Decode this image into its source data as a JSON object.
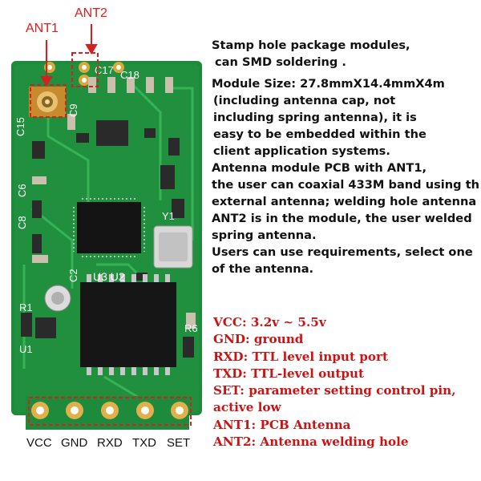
{
  "callouts": {
    "ant1": "ANT1",
    "ant2": "ANT2"
  },
  "pcb_marks": {
    "c17": "C17",
    "c18": "C18",
    "c15": "C15",
    "c6": "C6",
    "c8": "C8",
    "c9": "C9",
    "u3u2": "U3 U2",
    "y1": "Y1",
    "r1": "R1",
    "r6": "R6",
    "u1": "U1",
    "c2": "C2"
  },
  "description_lines": [
    "Stamp hole package modules,",
    "can SMD soldering .",
    "Module Size: 27.8mmX14.4mmX4m",
    "(including antenna cap, not",
    "including spring antenna), it is",
    "easy to be embedded within the",
    "client application systems.",
    "Antenna module PCB with ANT1,",
    "the user can coaxial 433M band using th",
    "external antenna; welding hole antenna",
    "ANT2 is in the module, the user welded",
    "spring antenna.",
    "Users can use requirements, select one",
    "of the antenna."
  ],
  "pin_descriptions": [
    "VCC: 3.2v ~ 5.5v",
    "GND: ground",
    "RXD: TTL level input port",
    "TXD: TTL-level output",
    "SET: parameter setting control pin,",
    "active low",
    "ANT1: PCB Antenna",
    "ANT2: Antenna welding hole"
  ],
  "pin_labels": [
    "VCC",
    "GND",
    "RXD",
    "TXD",
    "SET"
  ],
  "colors": {
    "pcb": "#1e8a3c",
    "callout": "#d81e1e",
    "pin_text": "#c81414",
    "pad": "#e0b04a"
  }
}
